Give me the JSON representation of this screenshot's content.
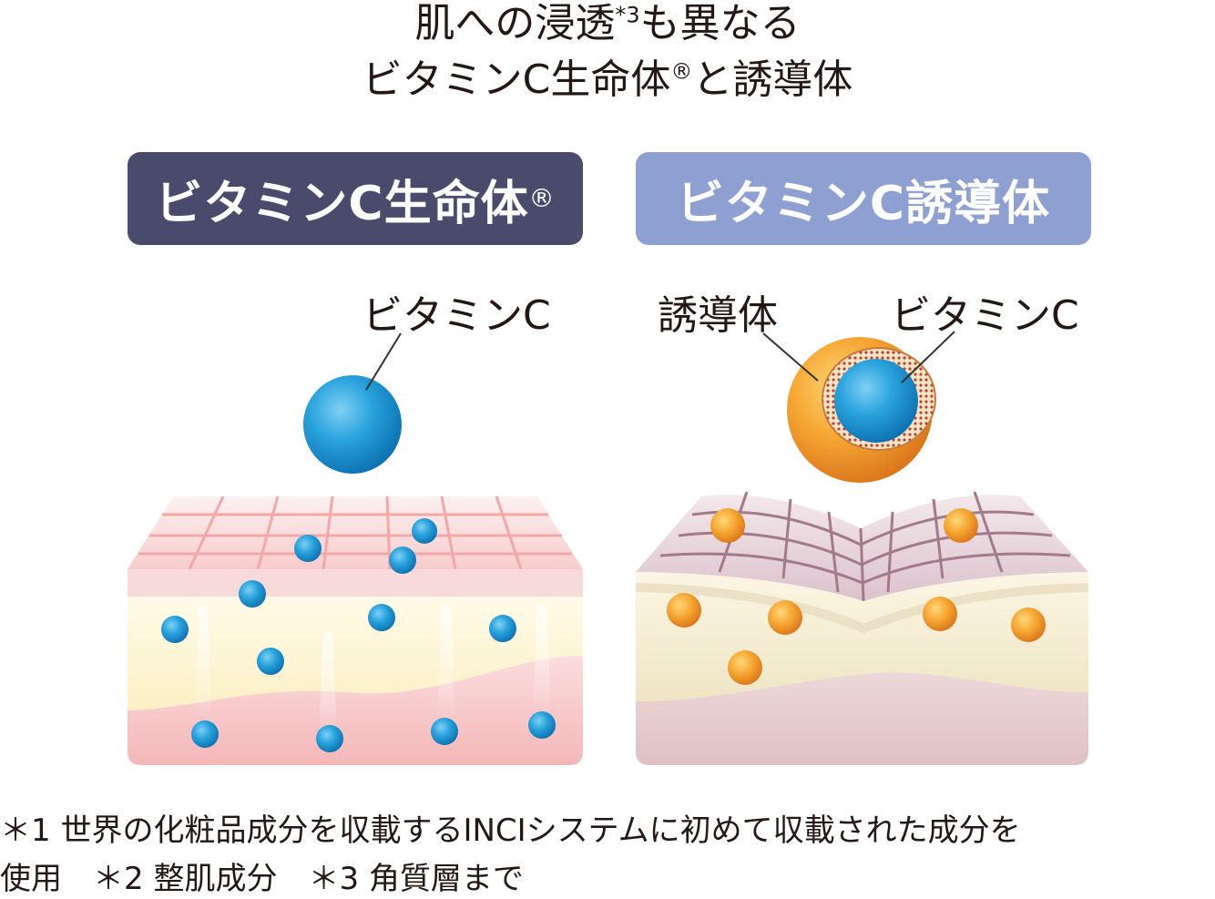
{
  "title": {
    "line1_pre": "肌への浸透",
    "line1_sup": "*3",
    "line1_post": "も異なる",
    "line2_pre": "ビタミンC生命体",
    "line2_sup": "®",
    "line2_post": "と誘導体"
  },
  "panels": {
    "left": {
      "header": "ビタミンC生命体",
      "header_sup": "®",
      "molecule_label": "ビタミンC"
    },
    "right": {
      "header": "ビタミンC誘導体",
      "shell_label": "誘導体",
      "core_label": "ビタミンC"
    }
  },
  "footnotes": {
    "line1": "＊1 世界の化粧品成分を収載するINCIシステムに初めて収載された成分を",
    "line2": "使用　＊2 整肌成分　＊3 角質層まで"
  },
  "colors": {
    "left_header": "#4a4b6c",
    "right_header": "#8e9fd1",
    "vitamin_c_blue": "#1e9bd7",
    "derivative_orange": "#f0a030"
  }
}
